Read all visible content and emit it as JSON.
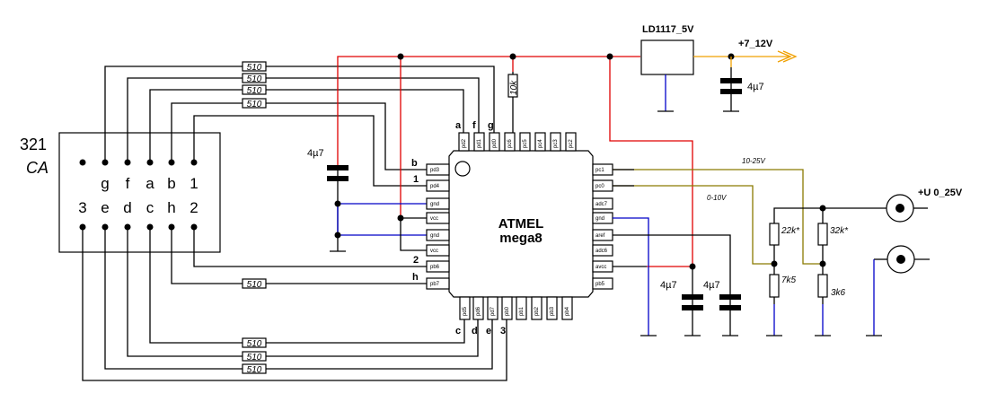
{
  "display": {
    "name": "321",
    "type": "CA",
    "top_row": [
      "",
      "g",
      "f",
      "a",
      "b",
      "1"
    ],
    "bottom_row": [
      "3",
      "e",
      "d",
      "c",
      "h",
      "2"
    ]
  },
  "mcu": {
    "vendor": "ATMEL",
    "model": "mega8",
    "left_pins": [
      "pd3",
      "pd4",
      "gnd",
      "vcc",
      "gnd",
      "vcc",
      "pb6",
      "pb7"
    ],
    "left_signals": [
      "b",
      "1",
      "",
      "",
      "",
      "",
      "2",
      "h"
    ],
    "right_pins": [
      "pc1",
      "pc0",
      "adc7",
      "gnd",
      "aref",
      "adc6",
      "avcc",
      "pb5"
    ],
    "top_pins": [
      "pd2",
      "pd1",
      "pd0",
      "pc6",
      "pc5",
      "pc4",
      "pc3",
      "pc2"
    ],
    "top_signals": [
      "a",
      "f",
      "g",
      "",
      "",
      "",
      "",
      ""
    ],
    "bottom_pins": [
      "pd5",
      "pd6",
      "pd7",
      "pb0",
      "pb1",
      "pb2",
      "pb3",
      "pb4"
    ],
    "bottom_signals": [
      "c",
      "d",
      "e",
      "3",
      "",
      "",
      "",
      ""
    ]
  },
  "resistors": {
    "segment": "510",
    "pullup": "10k",
    "div1_top": "22k*",
    "div1_bottom": "7k5",
    "div2_top": "32k*",
    "div2_bottom": "3k6"
  },
  "capacitors": {
    "c1": "4µ7",
    "c2": "4µ7",
    "c3": "4µ7",
    "c4": "4µ7"
  },
  "regulator": {
    "name": "LD1117_5V"
  },
  "supply": {
    "label": "+7_12V"
  },
  "input": {
    "label": "+U 0_25V"
  },
  "ranges": {
    "high": "10-25V",
    "low": "0-10V"
  },
  "colors": {
    "vcc": "#e00000",
    "gnd": "#0000c8",
    "supply": "#f0a000",
    "analog": "#8a7a00",
    "signal": "#000000"
  }
}
